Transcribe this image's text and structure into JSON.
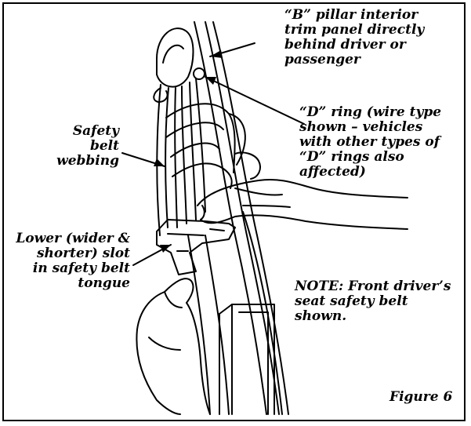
{
  "labels": {
    "b_pillar": [
      "“B” pillar interior",
      "trim panel directly",
      "behind driver or",
      "passenger"
    ],
    "d_ring": [
      "“D” ring (wire type",
      "shown – vehicles",
      "with other types of",
      "“D” rings also",
      "affected)"
    ],
    "webbing": [
      "Safety",
      "belt",
      "webbing"
    ],
    "lower_slot": [
      "Lower (wider &",
      "shorter) slot",
      "in safety belt",
      "tongue"
    ],
    "note": [
      "NOTE: Front driver’s",
      "seat safety belt",
      "shown."
    ],
    "figure": "Figure 6"
  },
  "colors": {
    "ink": "#000000",
    "paper": "#ffffff"
  }
}
